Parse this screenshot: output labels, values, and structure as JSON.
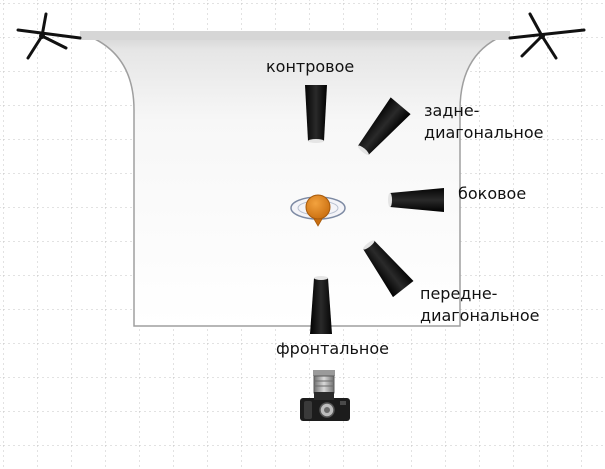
{
  "labels": {
    "back": "контровое",
    "back_diagonal": [
      "задне-",
      "диагональное"
    ],
    "side": "боковое",
    "front_diagonal": [
      "передне-",
      "диагональное"
    ],
    "front": "фронтальное"
  },
  "colors": {
    "grid": "#b9b9b9",
    "backdrop_top": "#cfcfcf",
    "backdrop_stroke": "#a8a8a8",
    "light_body": "#151515",
    "subject": "#e8871e",
    "subject_ring": "#7f8ea6"
  },
  "icons": [
    "backdrop-stand-icon",
    "spotlight-icon",
    "subject-icon",
    "camera-icon"
  ]
}
